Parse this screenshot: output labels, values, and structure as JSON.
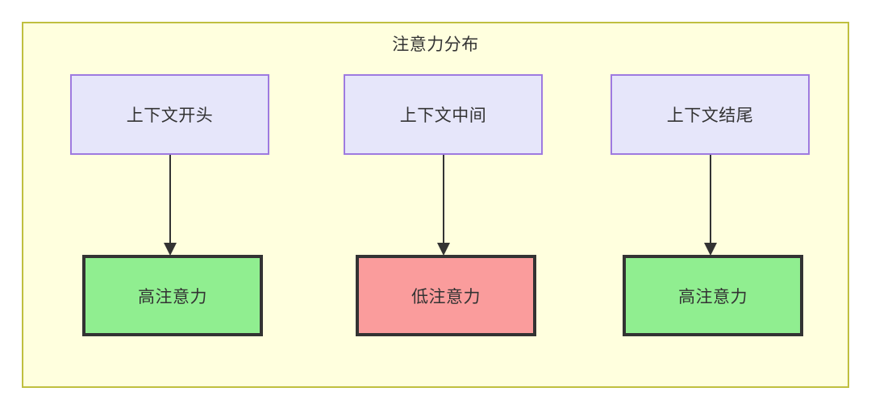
{
  "diagram": {
    "title": "注意力分布",
    "background_color": "#ffffde",
    "border_color": "#bfbf3f",
    "nodes": {
      "context_start": {
        "label": "上下文开头",
        "fill": "#e6e6fa",
        "stroke": "#9e7ae0"
      },
      "context_middle": {
        "label": "上下文中间",
        "fill": "#e6e6fa",
        "stroke": "#9e7ae0"
      },
      "context_end": {
        "label": "上下文结尾",
        "fill": "#e6e6fa",
        "stroke": "#9e7ae0"
      },
      "attention_start": {
        "label": "高注意力",
        "fill": "#90ee90",
        "stroke": "#333333"
      },
      "attention_middle": {
        "label": "低注意力",
        "fill": "#fa9c9c",
        "stroke": "#333333"
      },
      "attention_end": {
        "label": "高注意力",
        "fill": "#90ee90",
        "stroke": "#333333"
      }
    },
    "edges": [
      {
        "from": "context_start",
        "to": "attention_start"
      },
      {
        "from": "context_middle",
        "to": "attention_middle"
      },
      {
        "from": "context_end",
        "to": "attention_end"
      }
    ]
  }
}
